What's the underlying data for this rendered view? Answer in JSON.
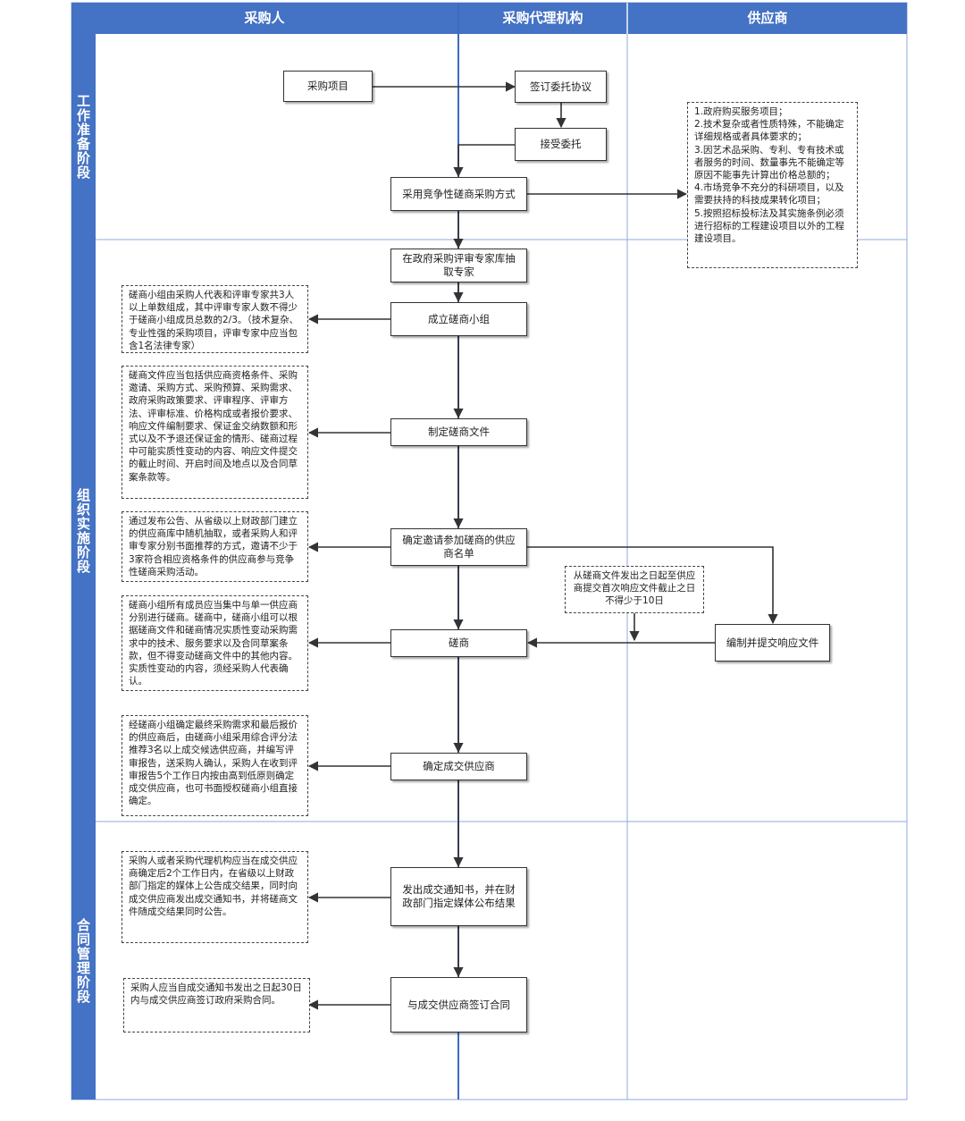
{
  "lanes": {
    "purchaser": "采购人",
    "agency": "采购代理机构",
    "supplier": "供应商"
  },
  "stages": {
    "prep": "工作准备阶段",
    "impl": "组织实施阶段",
    "contract": "合同管理阶段"
  },
  "nodes": {
    "project": "采购项目",
    "sign": "签订委托协议",
    "accept": "接受委托",
    "method": "采用竞争性磋商采购方式",
    "extract": "在政府采购评审专家库抽取专家",
    "group": "成立磋商小组",
    "doc": "制定磋商文件",
    "list": "确定邀请参加磋商的供应商名单",
    "consult": "磋商",
    "respond": "编制并提交响应文件",
    "decide": "确定成交供应商",
    "notice": "发出成交通知书，并在财政部门指定媒体公布结果",
    "sign_contract": "与成交供应商签订合同"
  },
  "notes": {
    "method_cond": "1.政府购买服务项目；\n2.技术复杂或者性质特殊，不能确定详细规格或者具体要求的；\n3.因艺术品采购、专利、专有技术或者服务的时间、数量事先不能确定等原因不能事先计算出价格总额的；\n4.市场竞争不充分的科研项目，以及需要扶持的科技成果转化项目；\n5.按照招标投标法及其实施条例必须进行招标的工程建设项目以外的工程建设项目。",
    "group_note": "磋商小组由采购人代表和评审专家共3人以上单数组成，其中评审专家人数不得少于磋商小组成员总数的2/3。（技术复杂、专业性强的采购项目，评审专家中应当包含1名法律专家）",
    "doc_note": "磋商文件应当包括供应商资格条件、采购邀请、采购方式、采购预算、采购需求、政府采购政策要求、评审程序、评审方法、评审标准、价格构成或者报价要求、响应文件编制要求、保证金交纳数额和形式以及不予退还保证金的情形、磋商过程中可能实质性变动的内容、响应文件提交的截止时间、开启时间及地点以及合同草案条款等。",
    "list_note": "通过发布公告、从省级以上财政部门建立的供应商库中随机抽取，或者采购人和评审专家分别书面推荐的方式，邀请不少于3家符合相应资格条件的供应商参与竞争性磋商采购活动。",
    "time_note": "从磋商文件发出之日起至供应商提交首次响应文件截止之日不得少于10日",
    "consult_note": "磋商小组所有成员应当集中与单一供应商分别进行磋商。磋商中，磋商小组可以根据磋商文件和磋商情况实质性变动采购需求中的技术、服务要求以及合同草案条款，但不得变动磋商文件中的其他内容。实质性变动的内容，须经采购人代表确认。",
    "decide_note": "经磋商小组确定最终采购需求和最后报价的供应商后，由磋商小组采用综合评分法推荐3名以上成交候选供应商，并编写评审报告，送采购人确认，采购人在收到评审报告5个工作日内按由高到低原则确定成交供应商，也可书面授权磋商小组直接确定。",
    "notice_note": "采购人或者采购代理机构应当在成交供应商确定后2个工作日内，在省级以上财政部门指定的媒体上公告成交结果，同时向成交供应商发出成交通知书，并将磋商文件随成交结果同时公告。",
    "contract_note": "采购人应当自成交通知书发出之日起30日内与成交供应商签订政府采购合同。"
  },
  "colors": {
    "header_bg": "#4472c4",
    "lane_line": "#3c6bc0",
    "grid_line": "#8faadc",
    "box_border": "#333333",
    "arrow": "#333333"
  }
}
